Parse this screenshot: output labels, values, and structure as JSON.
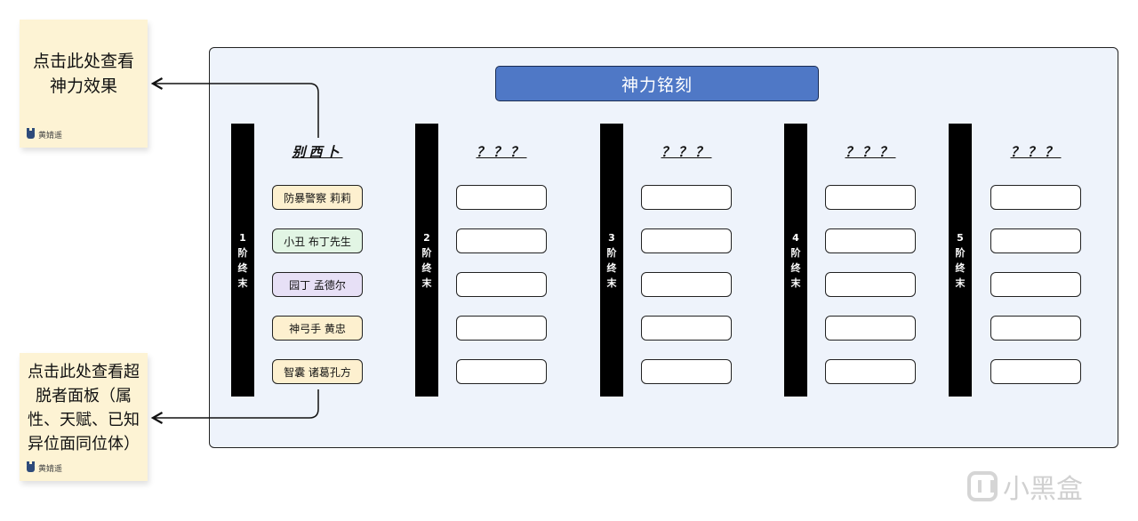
{
  "notes": [
    {
      "text": "点击此处查看神力效果",
      "author": "黄婧遥"
    },
    {
      "text": "点击此处查看超脱者面板（属性、天赋、已知异位面同位体）",
      "author": "黄婧遥"
    }
  ],
  "title": "神力铭刻",
  "stages": [
    {
      "label": "1阶终末",
      "title": "别西卜",
      "slots": [
        {
          "text": "防暴警察 莉莉",
          "color": "#fdf0cf"
        },
        {
          "text": "小丑 布丁先生",
          "color": "#e2f5e4"
        },
        {
          "text": "园丁 孟德尔",
          "color": "#e7e0f6"
        },
        {
          "text": "神弓手 黄忠",
          "color": "#fdf0cf"
        },
        {
          "text": "智囊 诸葛孔方",
          "color": "#fdf0cf"
        }
      ]
    },
    {
      "label": "2阶终末",
      "title": "？？？",
      "slots": [
        {
          "text": ""
        },
        {
          "text": ""
        },
        {
          "text": ""
        },
        {
          "text": ""
        },
        {
          "text": ""
        }
      ]
    },
    {
      "label": "3阶终末",
      "title": "？？？",
      "slots": [
        {
          "text": ""
        },
        {
          "text": ""
        },
        {
          "text": ""
        },
        {
          "text": ""
        },
        {
          "text": ""
        }
      ]
    },
    {
      "label": "4阶终末",
      "title": "？？？",
      "slots": [
        {
          "text": ""
        },
        {
          "text": ""
        },
        {
          "text": ""
        },
        {
          "text": ""
        },
        {
          "text": ""
        }
      ]
    },
    {
      "label": "5阶终末",
      "title": "？？？",
      "slots": [
        {
          "text": ""
        },
        {
          "text": ""
        },
        {
          "text": ""
        },
        {
          "text": ""
        },
        {
          "text": ""
        }
      ]
    }
  ],
  "watermark": "小黑盒",
  "colors": {
    "title_bg": "#4f78c6",
    "panel_bg": "#eef3fb",
    "note_bg": "#fdf3d4"
  }
}
